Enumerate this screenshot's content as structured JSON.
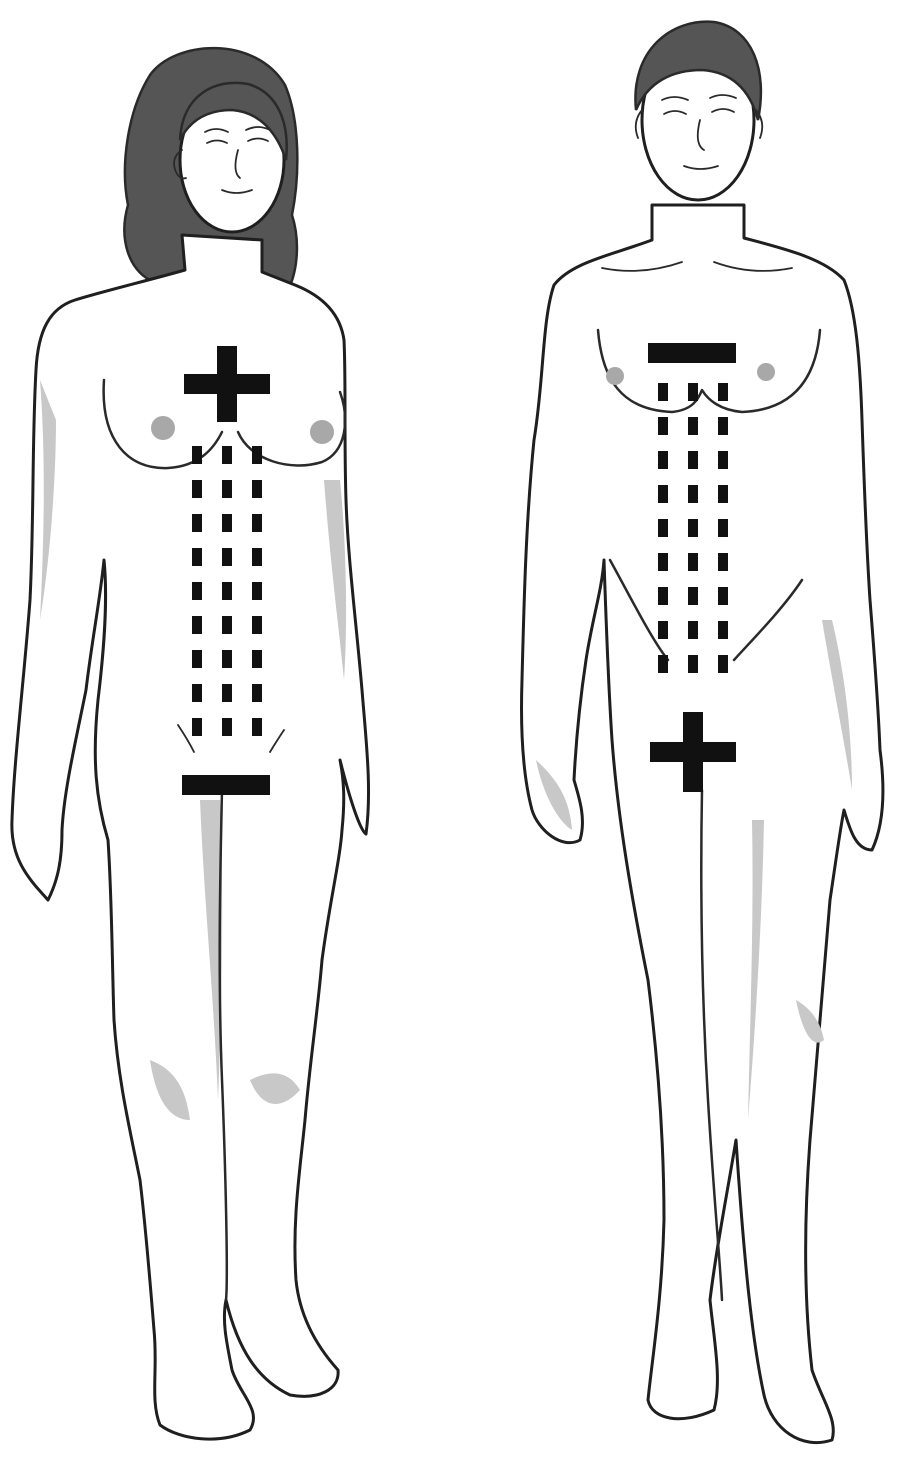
{
  "figures": [
    {
      "id": "woman",
      "upper_sign": "plus",
      "lower_sign": "minus",
      "field_columns": 3,
      "field_rows": 9
    },
    {
      "id": "man",
      "upper_sign": "minus",
      "lower_sign": "plus",
      "field_columns": 3,
      "field_rows": 9
    }
  ],
  "colors": {
    "outline": "#1f1f1f",
    "shading": "#c8c8c8",
    "hair": "#555555",
    "polarity_marks": "#111111"
  }
}
